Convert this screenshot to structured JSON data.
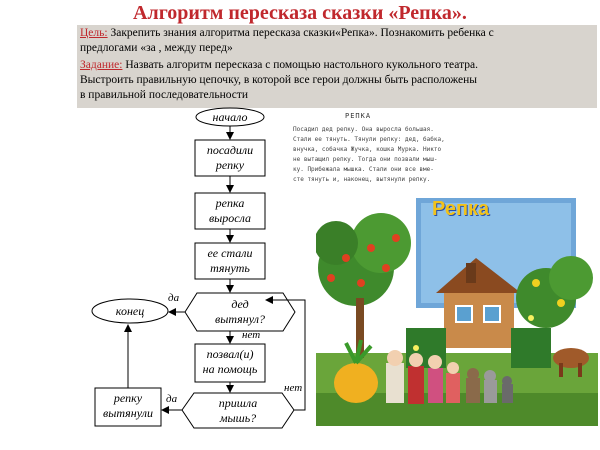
{
  "header": {
    "title": "Алгоритм  пересказа  сказки   «Репка»."
  },
  "info": {
    "goal_label": "Цель:",
    "goal_line1": " Закрепить знания алгоритма пересказа сказки«Репка». Познакомить   ребенка с",
    "goal_line2": "предлогами  «за , между перед»",
    "task_label": "Задание:",
    "task_line1": " Назвать алгоритм пересказа с помощью   настольного кукольного театра.",
    "task_line2": " Выстроить правильную цепочку, в которой все герои должны быть расположены",
    "task_line3": "в правильной последовательности"
  },
  "flowchart": {
    "start": "начало",
    "step1": [
      "посадили",
      "репку"
    ],
    "step2": [
      "репка",
      "выросла"
    ],
    "step3": [
      "ее  стали",
      "тянуть"
    ],
    "decision1": [
      "дед",
      "вытянул?"
    ],
    "step4": [
      "позвал(и)",
      "на  помощь"
    ],
    "decision2": [
      "пришла",
      "мышь?"
    ],
    "step5": [
      "репку",
      "вытянули"
    ],
    "end": "конец",
    "yes1": "да",
    "no1": "нет",
    "yes2": "да",
    "no2": "нет"
  },
  "story": {
    "title": "РЕПКА",
    "lines": [
      "Посадил дед репку. Она выросла большая.",
      "Стали ее тянуть. Тянули репку: дед, бабка,",
      "внучка, собачка Жучка, кошка Мурка. Никто",
      "не вытащил репку. Тогда они позвали мыш-",
      "ку. Прибежала мышка. Стали они все вме-",
      "сте тянуть и, наконец, вытянули репку."
    ]
  },
  "photo": {
    "book_title": "Репка"
  },
  "colors": {
    "title_red": "#c0282d",
    "box_gray": "#d8d4ce"
  }
}
